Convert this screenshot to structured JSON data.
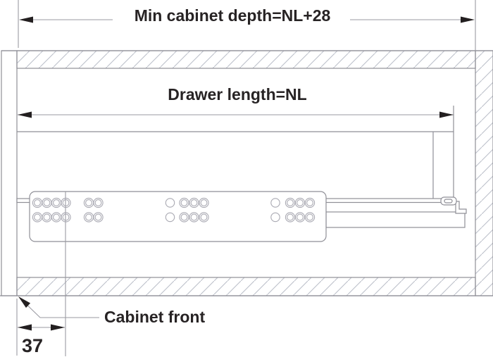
{
  "diagram": {
    "labels": {
      "min_cabinet_depth": "Min cabinet depth=NL+28",
      "drawer_length": "Drawer length=NL",
      "cabinet_front": "Cabinet front",
      "front_offset_value": "37"
    },
    "colors": {
      "background": "#ffffff",
      "structure_line": "#8f8f97",
      "hatch_line": "#bcc0ca",
      "dimension_line": "#9a9aa2",
      "ink": "#231f20"
    }
  }
}
